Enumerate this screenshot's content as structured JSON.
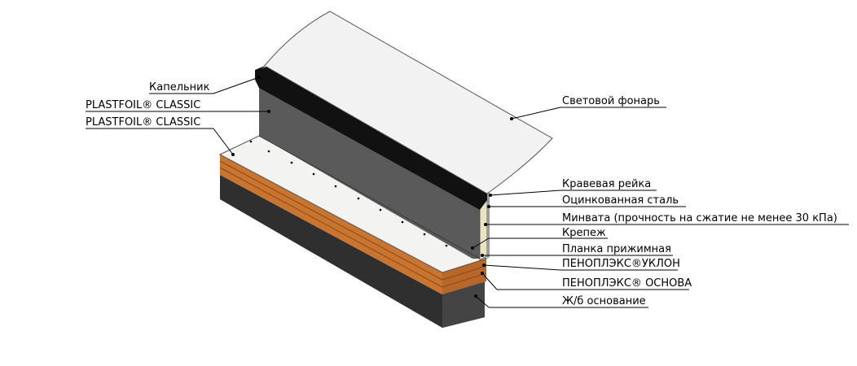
{
  "labels": {
    "kapelnik": "Капельник",
    "plastfoil_1": "PLASTFOIL® CLASSIC",
    "plastfoil_2": "PLASTFOIL® CLASSIC",
    "svetovoy_fonar": "Световой фонарь",
    "kraevaya_reyka": "Кравевая рейка",
    "otsink_stal": "Оцинкованная сталь",
    "minvata": "Минвата (прочность на сжатие не менее 30 кПа)",
    "krepezh": "Крепеж",
    "planka": "Планка прижимная",
    "uklon": "ПЕНОПЛЭКС®УКЛОН",
    "osnova": "ПЕНОПЛЭКС® ОСНОВА",
    "zhb": "Ж/б основание"
  },
  "colors": {
    "skylight": "#f1f2f1",
    "upstand": "#5a5a5a",
    "drip_edge": "#111111",
    "membrane_top": "#f3f3f1",
    "xps": "#c9752f",
    "xps_line": "#8a4a18",
    "concrete": "#2f2f2f",
    "mineral_wool": "#e9e3bf"
  }
}
